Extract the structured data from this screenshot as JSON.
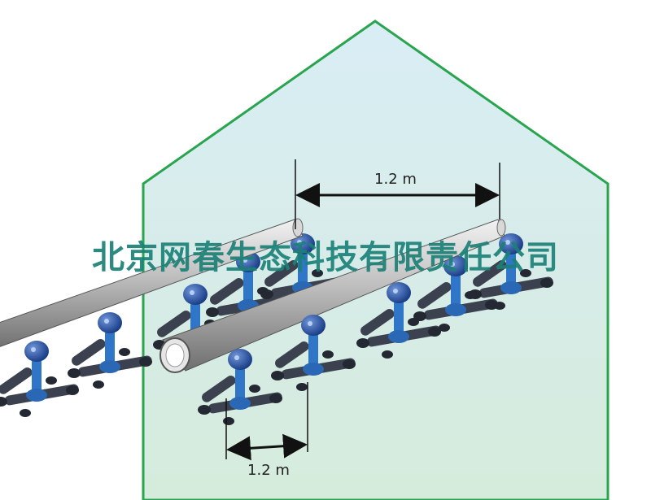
{
  "watermark": {
    "text": "北京网春生态科技有限责任公司"
  },
  "dimensions": {
    "top_label": "1.2 m",
    "bottom_label": "1.2 m"
  },
  "colors": {
    "greenhouse_outline": "#2aa44f",
    "greenhouse_fill_top": "#d7ecf3",
    "greenhouse_fill_bottom": "#d7ecdf",
    "pipe": "#c9c9c9",
    "nozzle_body": "#1f4a9b",
    "nozzle_stand": "#2f76c9",
    "cross_arms": "#3c4250",
    "watermark": "#1b8076"
  }
}
